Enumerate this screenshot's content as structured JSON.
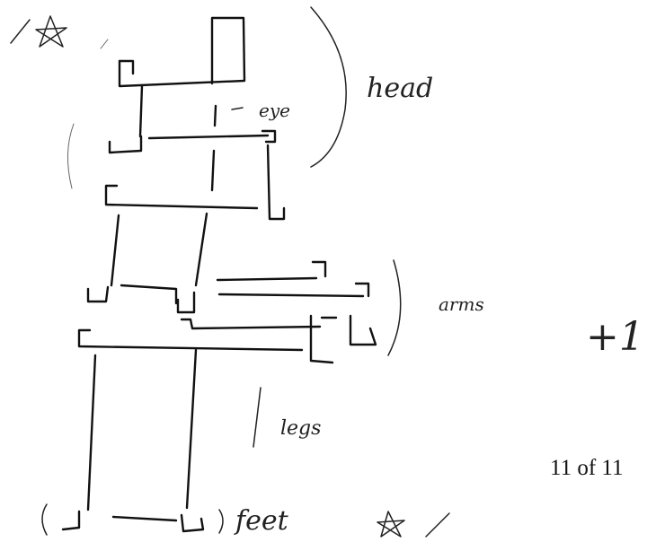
{
  "labels": {
    "head": "head",
    "eye": "eye",
    "arms": "arms",
    "legs": "legs",
    "feet": "feet",
    "plus_one": "+1"
  },
  "page_indicator": "11 of 11"
}
